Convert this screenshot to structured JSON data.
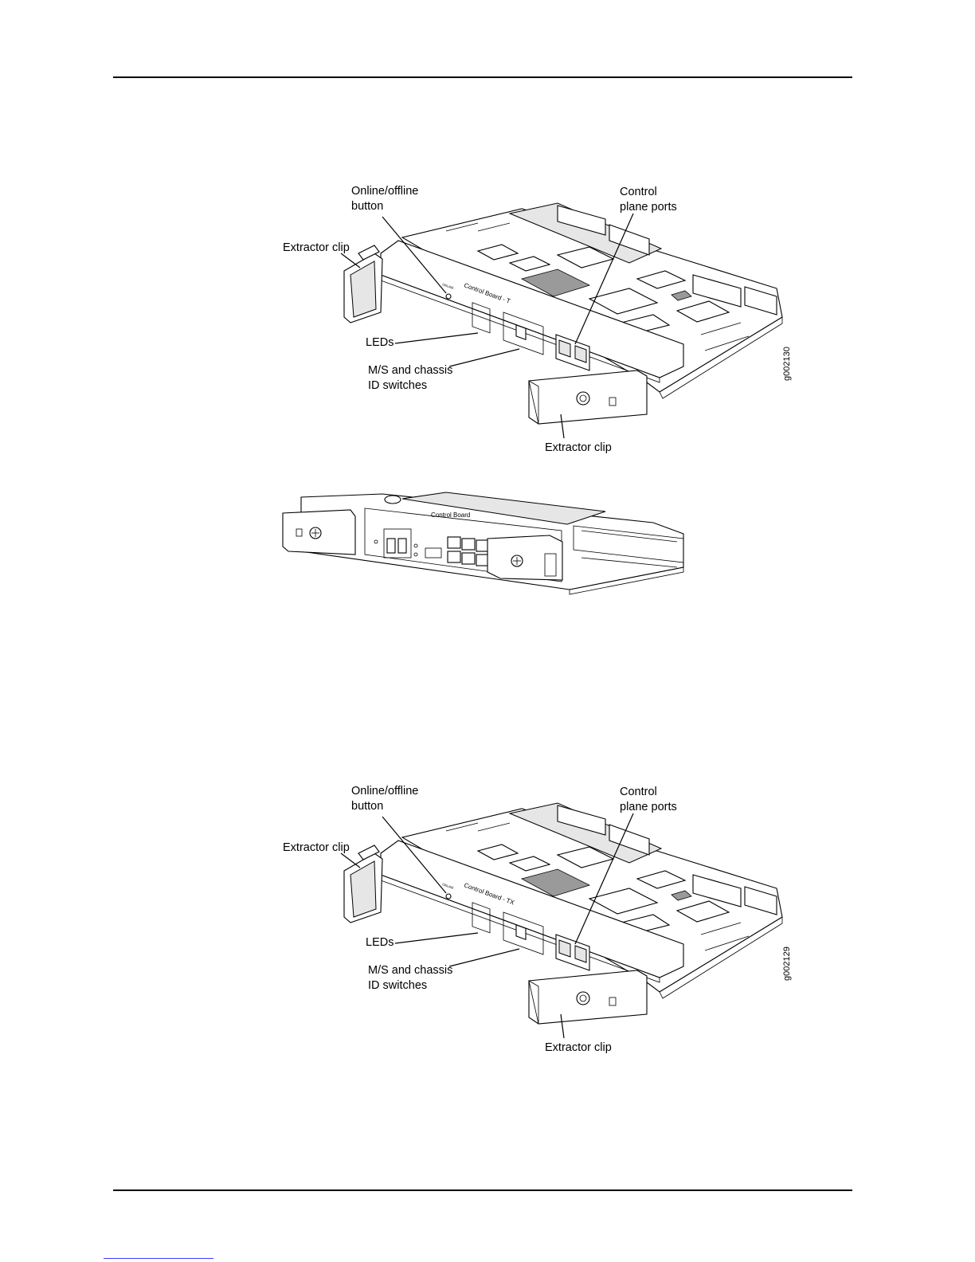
{
  "figures": [
    {
      "panel_label": "Control Board - T",
      "figure_id": "g002130",
      "callouts": {
        "online_offline_button": "Online/offline\nbutton",
        "control_plane_ports": "Control\nplane ports",
        "extractor_clip_left": "Extractor clip",
        "leds": "LEDs",
        "ms_chassis_switches": "M/S and chassis\nID switches",
        "extractor_clip_right": "Extractor clip"
      }
    },
    {
      "panel_label": "Control Board"
    },
    {
      "panel_label": "Control Board - TX",
      "figure_id": "g002129",
      "callouts": {
        "online_offline_button": "Online/offline\nbutton",
        "control_plane_ports": "Control\nplane ports",
        "extractor_clip_left": "Extractor clip",
        "leds": "LEDs",
        "ms_chassis_switches": "M/S and chassis\nID switches",
        "extractor_clip_right": "Extractor clip"
      }
    }
  ]
}
